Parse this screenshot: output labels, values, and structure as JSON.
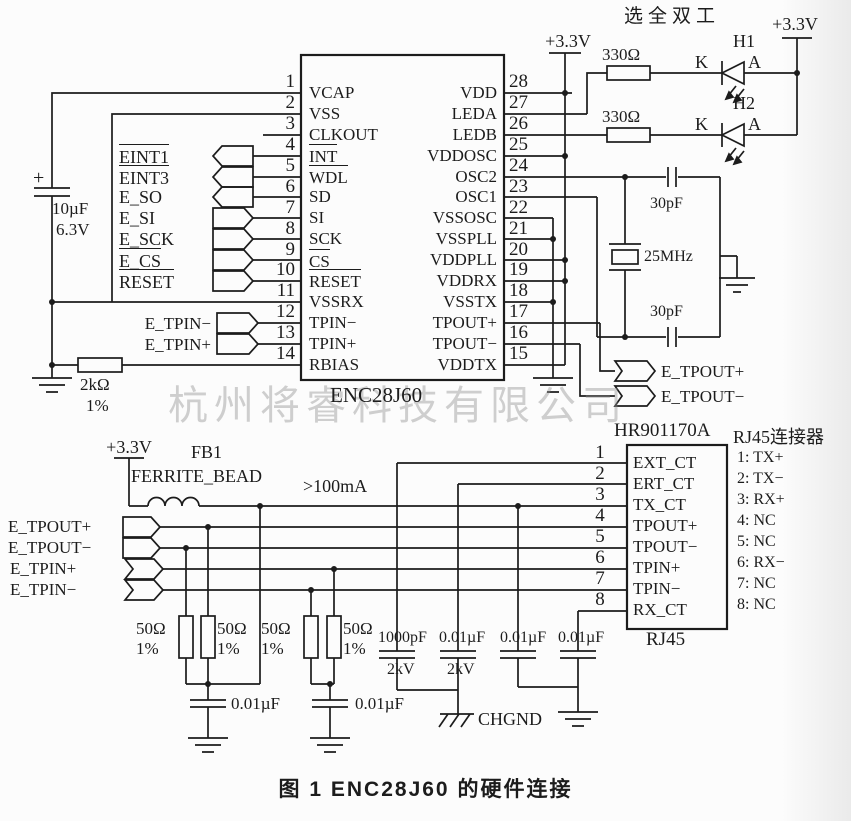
{
  "colors": {
    "ink": "#1c1c1c",
    "paper": "#fcfcfc",
    "watermark_gray": "#8f8f8f"
  },
  "watermark": "杭州将睿科技有限公司",
  "caption": "图 1  ENC28J60 的硬件连接",
  "chip": {
    "name": "ENC28J60",
    "left_pins": [
      {
        "num": "1",
        "name": "VCAP",
        "overline": false
      },
      {
        "num": "2",
        "name": "VSS",
        "overline": false
      },
      {
        "num": "3",
        "name": "CLKOUT",
        "overline": false
      },
      {
        "num": "4",
        "name": "INT",
        "overline": true
      },
      {
        "num": "5",
        "name": "WDL",
        "overline": true
      },
      {
        "num": "6",
        "name": "SD",
        "overline": false
      },
      {
        "num": "7",
        "name": "SI",
        "overline": false
      },
      {
        "num": "8",
        "name": "SCK",
        "overline": false
      },
      {
        "num": "9",
        "name": "CS",
        "overline": true
      },
      {
        "num": "10",
        "name": "RESET",
        "overline": true
      },
      {
        "num": "11",
        "name": "VSSRX",
        "overline": false
      },
      {
        "num": "12",
        "name": "TPIN−",
        "overline": false
      },
      {
        "num": "13",
        "name": "TPIN+",
        "overline": false
      },
      {
        "num": "14",
        "name": "RBIAS",
        "overline": false
      }
    ],
    "right_pins": [
      {
        "num": "28",
        "name": "VDD",
        "overline": false
      },
      {
        "num": "27",
        "name": "LEDA",
        "overline": false
      },
      {
        "num": "26",
        "name": "LEDB",
        "overline": false
      },
      {
        "num": "25",
        "name": "VDDOSC",
        "overline": false
      },
      {
        "num": "24",
        "name": "OSC2",
        "overline": false
      },
      {
        "num": "23",
        "name": "OSC1",
        "overline": false
      },
      {
        "num": "22",
        "name": "VSSOSC",
        "overline": false
      },
      {
        "num": "21",
        "name": "VSSPLL",
        "overline": false
      },
      {
        "num": "20",
        "name": "VDDPLL",
        "overline": false
      },
      {
        "num": "19",
        "name": "VDDRX",
        "overline": false
      },
      {
        "num": "18",
        "name": "VSSTX",
        "overline": false
      },
      {
        "num": "17",
        "name": "TPOUT+",
        "overline": false
      },
      {
        "num": "16",
        "name": "TPOUT−",
        "overline": false
      },
      {
        "num": "15",
        "name": "VDDTX",
        "overline": false
      }
    ]
  },
  "left_signals": [
    {
      "label": "EINT1",
      "overline": true
    },
    {
      "label": "EINT3",
      "overline": true
    },
    {
      "label": "E_SO",
      "overline": false
    },
    {
      "label": "E_SI",
      "overline": false
    },
    {
      "label": "E_SCK",
      "overline": false
    },
    {
      "label": "E_CS",
      "overline": true
    },
    {
      "label": "RESET",
      "overline": true
    }
  ],
  "tpin_flags": {
    "minus": "E_TPIN−",
    "plus": "E_TPIN+"
  },
  "input_cap": {
    "plus": "+",
    "value": "10µF",
    "voltage": "6.3V"
  },
  "rbias": {
    "value": "2kΩ",
    "tolerance": "1%"
  },
  "power_labels": {
    "top": "+3.3V",
    "led": "+3.3V",
    "bottom": "+3.3V"
  },
  "top_right": {
    "note": "选全双工",
    "led1": "H1",
    "led2": "H2",
    "k1": "K",
    "a1": "A",
    "k2": "K",
    "a2": "A",
    "r1": "330Ω",
    "r2": "330Ω"
  },
  "osc": {
    "cap_top": "30pF",
    "crystal": "25MHz",
    "cap_bottom": "30pF"
  },
  "right_flags": {
    "tpout_plus": "E_TPOUT+",
    "tpout_minus": "E_TPOUT−"
  },
  "bottom_section": {
    "supply": "+3.3V",
    "fb_ref": "FB1",
    "fb_name": "FERRITE_BEAD",
    "fb_current": ">100mA",
    "flags": [
      {
        "label": "E_TPOUT+"
      },
      {
        "label": "E_TPOUT−"
      },
      {
        "label": "E_TPIN+"
      },
      {
        "label": "E_TPIN−"
      }
    ],
    "terminators": [
      {
        "value": "50Ω",
        "tolerance": "1%"
      },
      {
        "value": "50Ω",
        "tolerance": "1%"
      },
      {
        "value": "50Ω",
        "tolerance": "1%"
      },
      {
        "value": "50Ω",
        "tolerance": "1%"
      }
    ],
    "term_caps": [
      {
        "value": "0.01µF"
      },
      {
        "value": "0.01µF"
      }
    ],
    "line_caps": [
      {
        "value": "1000pF",
        "rating": "2kV"
      },
      {
        "value": "0.01µF",
        "rating": "2kV"
      },
      {
        "value": "0.01µF",
        "rating": ""
      },
      {
        "value": "0.01µF",
        "rating": ""
      }
    ],
    "chassis_ground": "CHGND"
  },
  "rj45": {
    "part": "HR901170A",
    "title": "RJ45连接器",
    "footer": "RJ45",
    "pins": [
      {
        "num": "1",
        "name": "EXT_CT"
      },
      {
        "num": "2",
        "name": "ERT_CT"
      },
      {
        "num": "3",
        "name": "TX_CT"
      },
      {
        "num": "4",
        "name": "TPOUT+"
      },
      {
        "num": "5",
        "name": "TPOUT−"
      },
      {
        "num": "6",
        "name": "TPIN+"
      },
      {
        "num": "7",
        "name": "TPIN−"
      },
      {
        "num": "8",
        "name": "RX_CT"
      }
    ],
    "mapping": [
      "1: TX+",
      "2: TX−",
      "3: RX+",
      "4: NC",
      "5: NC",
      "6: RX−",
      "7: NC",
      "8: NC"
    ]
  }
}
